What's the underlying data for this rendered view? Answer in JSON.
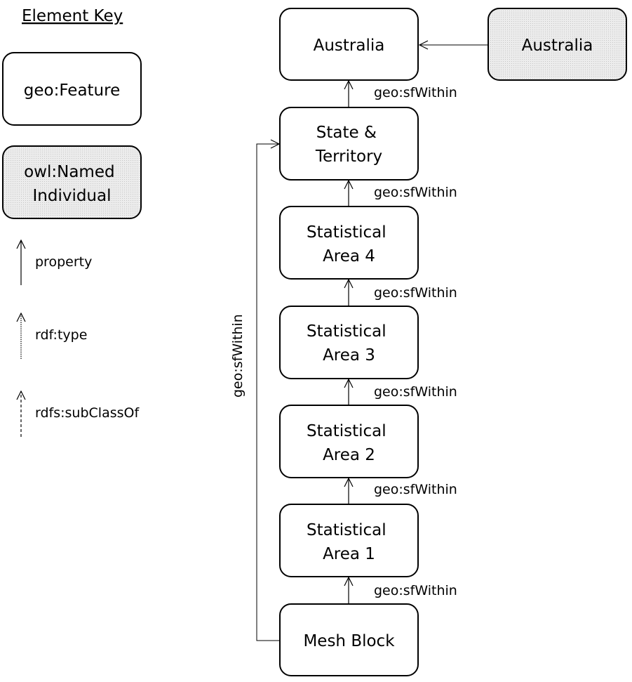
{
  "key": {
    "title": "Element Key",
    "feature": "geo:Feature",
    "named_individual": [
      "owl:Named",
      "Individual"
    ],
    "property": "property",
    "rdf_type": "rdf:type",
    "rdfs_subclassof": "rdfs:subClassOf"
  },
  "nodes": {
    "australia_class": [
      "Australia"
    ],
    "australia_individual": [
      "Australia"
    ],
    "state_territory": [
      "State &",
      "Territory"
    ],
    "sa4": [
      "Statistical",
      "Area 4"
    ],
    "sa3": [
      "Statistical",
      "Area 3"
    ],
    "sa2": [
      "Statistical",
      "Area 2"
    ],
    "sa1": [
      "Statistical",
      "Area 1"
    ],
    "mesh_block": [
      "Mesh Block"
    ]
  },
  "edges": {
    "sfwithin": "geo:sfWithin"
  },
  "colors": {
    "feature_fill": "#ffffff",
    "individual_fill": "#e6e6e6",
    "stroke": "#000000"
  }
}
